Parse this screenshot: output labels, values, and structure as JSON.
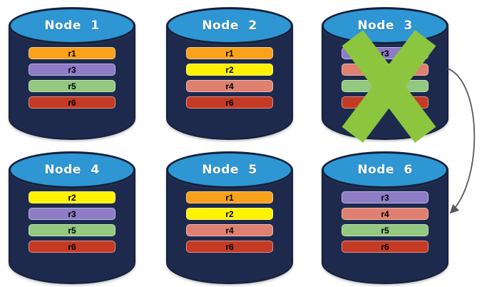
{
  "diagram": {
    "nodes": [
      {
        "id": "node-1",
        "label": "Node 1",
        "failed": false,
        "replicas": [
          "r1",
          "r3",
          "r5",
          "r6"
        ]
      },
      {
        "id": "node-2",
        "label": "Node 2",
        "failed": false,
        "replicas": [
          "r1",
          "r2",
          "r4",
          "r6"
        ]
      },
      {
        "id": "node-3",
        "label": "Node 3",
        "failed": true,
        "replicas": [
          "r3",
          "r4",
          "r5",
          "r6"
        ]
      },
      {
        "id": "node-4",
        "label": "Node 4",
        "failed": false,
        "replicas": [
          "r2",
          "r3",
          "r5",
          "r6"
        ]
      },
      {
        "id": "node-5",
        "label": "Node 5",
        "failed": false,
        "replicas": [
          "r1",
          "r2",
          "r4",
          "r6"
        ]
      },
      {
        "id": "node-6",
        "label": "Node 6",
        "failed": false,
        "replicas": [
          "r3",
          "r4",
          "r5",
          "r6"
        ]
      }
    ],
    "replica_colors": {
      "r1": "#F9A11B",
      "r2": "#FEF200",
      "r3": "#8D7CC6",
      "r4": "#DF8070",
      "r5": "#93C87F",
      "r6": "#C43A24"
    },
    "colors": {
      "cylinder_body": "#1D2A4D",
      "cylinder_top": "#2E96D3",
      "cylinder_stroke": "#14203C",
      "failure_x": "#8CC63E",
      "arrow": "#595959",
      "node_label_text": "#FFFFFF",
      "replica_label_text": "#000000",
      "background": "#FFFFFF"
    },
    "annotations": {
      "failure_x_on": "node-3",
      "arrow": {
        "from": "node-3",
        "to": "node-6"
      }
    }
  }
}
